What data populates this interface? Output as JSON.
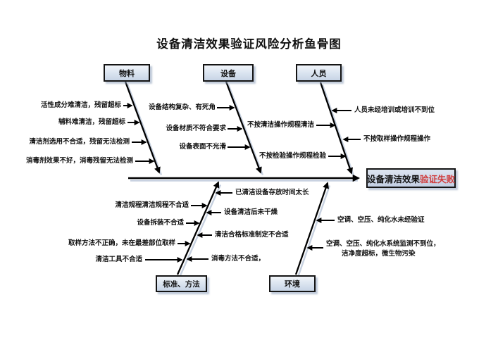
{
  "title": "设备清洁效果验证风险分析鱼骨图",
  "head": {
    "text_black": "设备清洁效果",
    "text_red": "验证失败",
    "red_color": "#d03c3c"
  },
  "categories": {
    "material": "物料",
    "equipment": "设备",
    "personnel": "人员",
    "method": "标准、方法",
    "environment": "环境"
  },
  "causes": {
    "material": [
      "活性成分难清洁，残留超标",
      "辅料难清洁，残留超标",
      "清洁剂选用不合适，残留无法检测",
      "消毒剂效果不好，消毒残留无法检测"
    ],
    "equipment": [
      "设备结构复杂、有死角",
      "设备材质不符合要求",
      "设备表面不光滑"
    ],
    "personnel": [
      "人员未经培训或培训不到位",
      "不按清洁操作规程清洁",
      "不按取样操作规程操作",
      "不按检验操作规程检验"
    ],
    "method_left": [
      "清洁规程清洁规程不合适",
      "设备拆装不合适",
      "取样方法不正确，未在最差部位取样",
      "清洁工具不合适"
    ],
    "method_right": [
      "已清洁设备存放时间太长",
      "设备清洁后未干燥",
      "清洁合格标准制定不合适",
      "消毒方法不合适，"
    ],
    "environment": [
      "空调、空压、纯化水未经验证",
      "空调、空压、纯化水系统监测不到位，",
      "洁净度超标，微生物污染"
    ]
  },
  "colors": {
    "line": "#000000",
    "line_shadow": "#c7d1e0",
    "box_border": "#141414"
  }
}
